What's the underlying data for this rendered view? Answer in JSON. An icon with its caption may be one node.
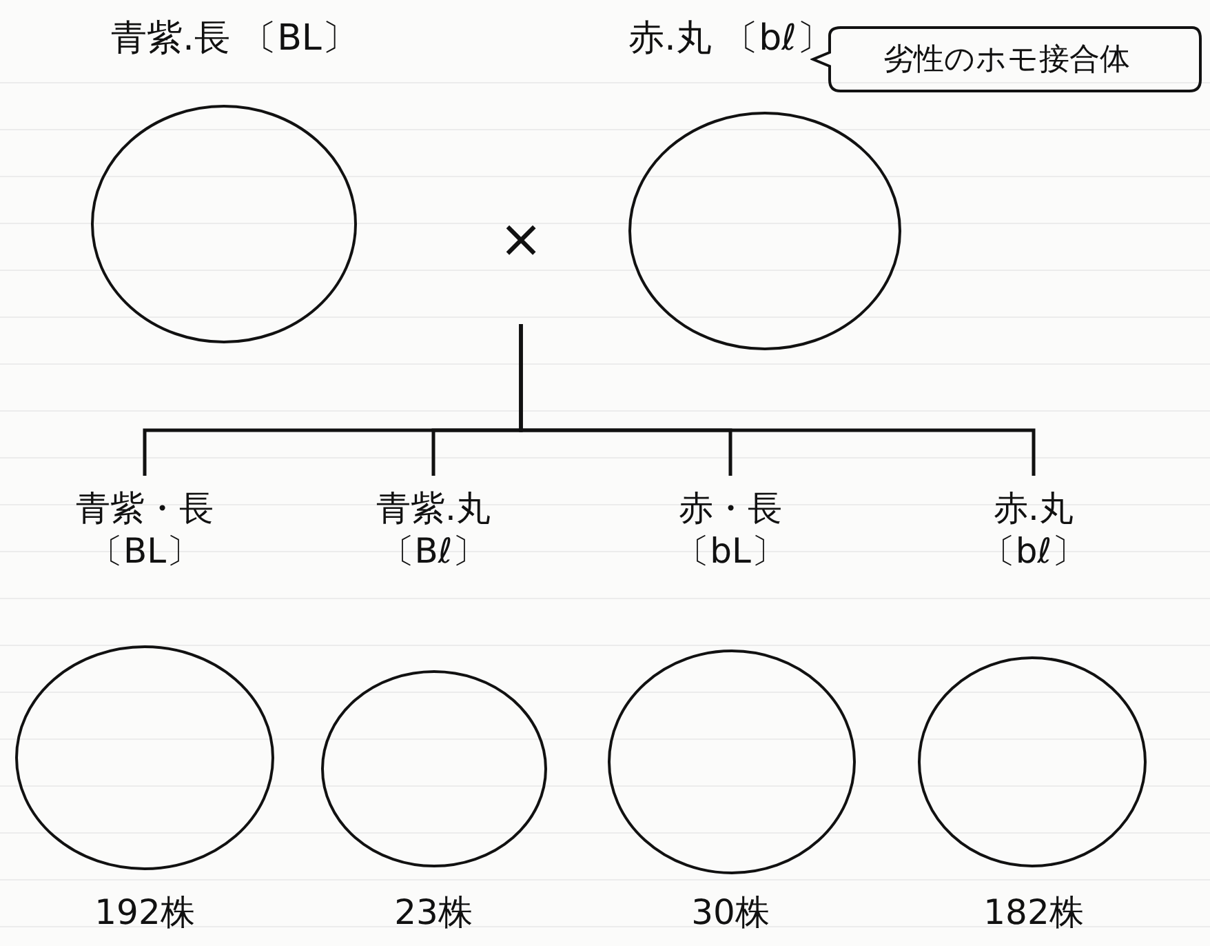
{
  "diagram": {
    "nodes": [
      {
        "text": [
          "青紫.長 〔BL〕"
        ]
      },
      {
        "text": [
          "赤.丸 〔bℓ〕"
        ]
      },
      {
        "text": [
          "劣性のホモ接合体"
        ]
      },
      {
        "text": [
          "×"
        ]
      },
      {
        "text": [
          "青紫・長〔BL〕"
        ],
        "beside": [
          "192株"
        ]
      },
      {
        "text": [
          "青紫.丸〔Bℓ〕"
        ],
        "beside": [
          "23株"
        ]
      },
      {
        "text": [
          "赤・長〔bL〕"
        ],
        "beside": [
          "30株"
        ]
      },
      {
        "text": [
          "赤.丸〔bℓ〕"
        ],
        "beside": [
          "182株"
        ]
      }
    ],
    "edges": [
      {
        "from": 3,
        "to": 4,
        "arrow": "none"
      },
      {
        "from": 3,
        "to": 5,
        "arrow": "none"
      },
      {
        "from": 3,
        "to": 6,
        "arrow": "none"
      },
      {
        "from": 3,
        "to": 7,
        "arrow": "none"
      }
    ]
  }
}
